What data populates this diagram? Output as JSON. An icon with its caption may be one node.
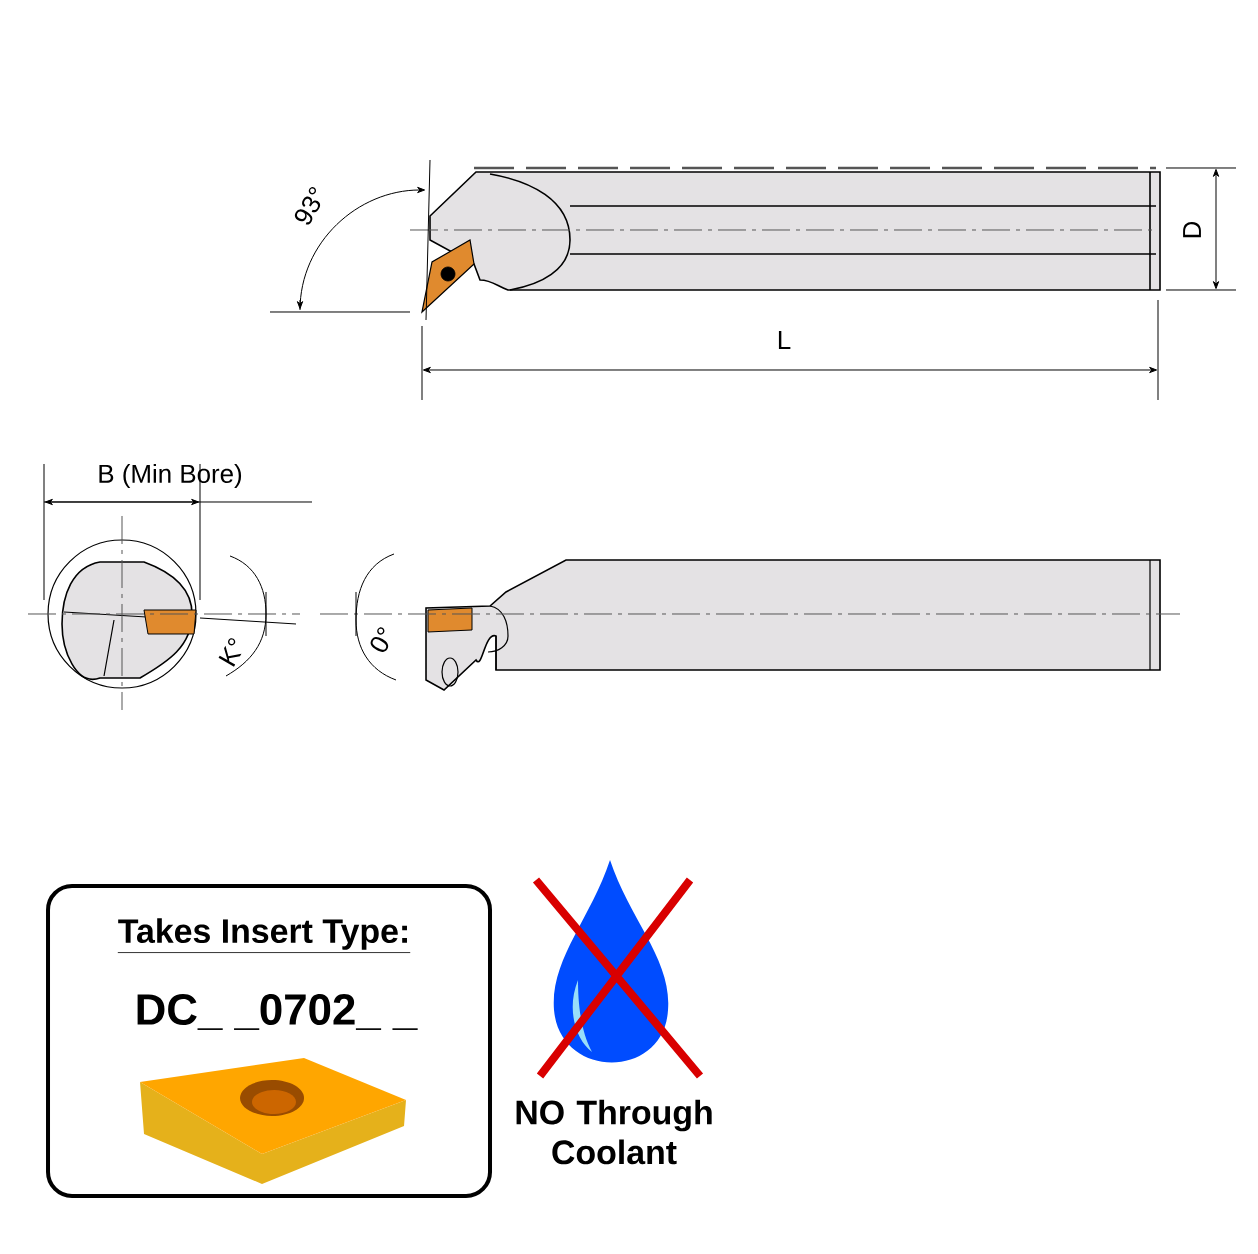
{
  "diagram": {
    "nodes": [
      {
        "text": [
          "Takes Insert Type:",
          "DC_ _0702_ _"
        ]
      }
    ],
    "labels": [
      "93°",
      "D",
      "L",
      "B (Min Bore)",
      "K°",
      "0°",
      "NO Through Coolant"
    ]
  }
}
